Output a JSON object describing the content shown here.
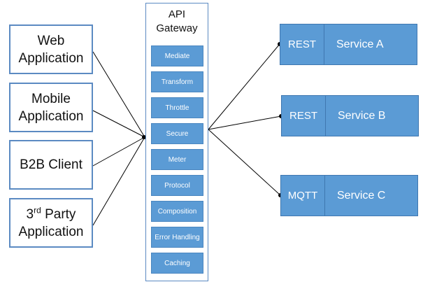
{
  "clients": [
    {
      "id": "web",
      "lines": [
        "Web",
        "Application"
      ]
    },
    {
      "id": "mobile",
      "lines": [
        "Mobile",
        "Application"
      ]
    },
    {
      "id": "b2b",
      "lines": [
        "B2B Client"
      ]
    },
    {
      "id": "third-party",
      "lines": [
        "3",
        "rd",
        " Party",
        "Application"
      ]
    }
  ],
  "gateway": {
    "title_line1": "API",
    "title_line2": "Gateway",
    "modules": [
      "Mediate",
      "Transform",
      "Throttle",
      "Secure",
      "Meter",
      "Protocol",
      "Composition",
      "Error Handling",
      "Caching"
    ]
  },
  "services": [
    {
      "protocol": "REST",
      "name": "Service A"
    },
    {
      "protocol": "REST",
      "name": "Service B"
    },
    {
      "protocol": "MQTT",
      "name": "Service C"
    }
  ],
  "colors": {
    "box_border": "#5b8ac2",
    "module_fill": "#5b9bd5",
    "service_fill": "#5b9bd5",
    "connector": "#000000"
  }
}
